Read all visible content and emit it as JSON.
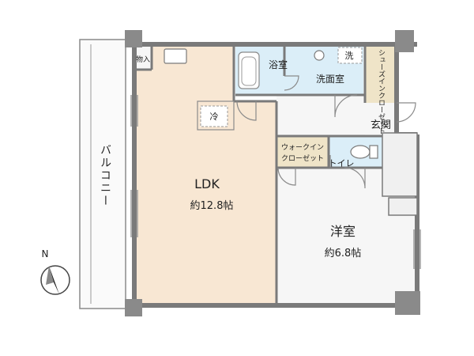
{
  "rooms": {
    "ldk": {
      "name": "LDK",
      "area": "約12.8帖"
    },
    "western": {
      "name": "洋室",
      "area": "約6.8帖"
    },
    "bath": {
      "name": "浴室"
    },
    "washroom": {
      "name": "洗面室"
    },
    "washer": {
      "name": "洗"
    },
    "entrance": {
      "name": "玄関"
    },
    "toilet": {
      "name": "トイレ"
    },
    "walkin": {
      "line1": "ウォークイン",
      "line2": "クローゼット"
    },
    "shoes": {
      "text": "シューズインクローゼット"
    },
    "storage": {
      "name": "物入"
    },
    "fridge": {
      "name": "冷"
    }
  },
  "balcony": {
    "text": "バルコニー"
  },
  "compass": {
    "north": "N"
  },
  "colors": {
    "ldk_floor": "#f8e7d3",
    "western_floor": "#f5f5f5",
    "wet_floor": "#dbeef8",
    "closet_floor": "#efe4c8",
    "wall": "#777777",
    "balcony_bg": "#fafafa"
  }
}
